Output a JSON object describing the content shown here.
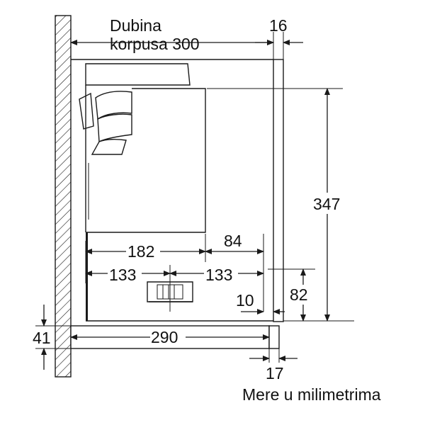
{
  "labels": {
    "depth_line1": "Dubina",
    "depth_line2": "korpusa 300",
    "panel_thickness": "16",
    "height_total": "347",
    "width_182": "182",
    "width_84": "84",
    "width_133_left": "133",
    "width_133_right": "133",
    "height_82": "82",
    "gap_10": "10",
    "shelf_41": "41",
    "shelf_290": "290",
    "offset_17": "17",
    "units_note": "Mere u milimetrima"
  }
}
